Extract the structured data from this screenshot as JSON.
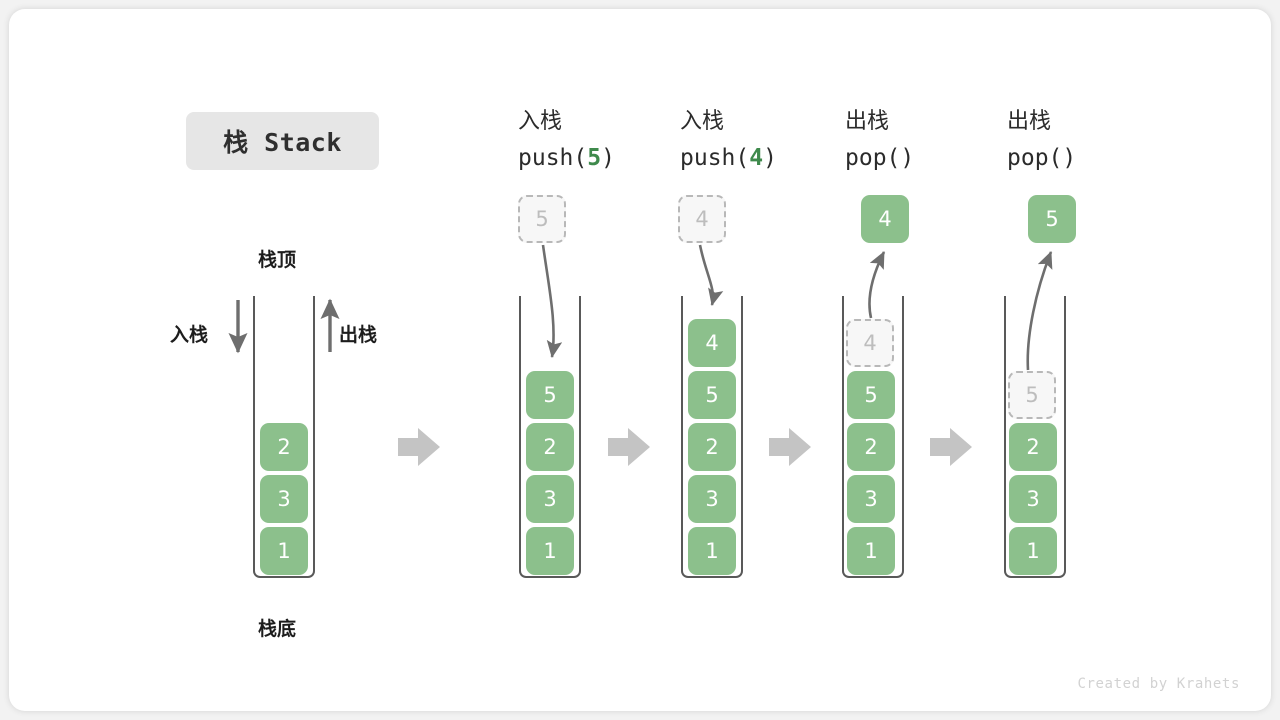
{
  "meta": {
    "title": "栈 Stack",
    "footer": "Created by Krahets"
  },
  "colors": {
    "node_fill": "#8cc08c",
    "node_text": "#ffffff",
    "ghost_fill": "#f7f7f7",
    "ghost_border": "#b8b8b8",
    "ghost_text": "#bdbdbd",
    "accent_green": "#3f8a4c",
    "frame_stroke": "#595959",
    "arrow_gray": "#6e6e6e",
    "step_arrow": "#c4c4c4",
    "pill_bg": "#e6e6e6",
    "card_bg": "#ffffff",
    "page_bg": "#f2f2f2"
  },
  "legend": {
    "top_label": "栈顶",
    "bottom_label": "栈底",
    "push_label": "入栈",
    "pop_label": "出栈",
    "push_arrow": "arrow-down-icon",
    "pop_arrow": "arrow-up-icon"
  },
  "columns": [
    {
      "id": "initial",
      "head_cn": "",
      "head_code": "",
      "head_code_arg": "",
      "stack": [
        "2",
        "3",
        "1"
      ],
      "ghost": null,
      "floating": null
    },
    {
      "id": "push-5",
      "head_cn": "入栈",
      "head_code_pre": "push(",
      "head_code_arg": "5",
      "head_code_post": ")",
      "stack": [
        "5",
        "2",
        "3",
        "1"
      ],
      "ghost": null,
      "floating": {
        "value": "5",
        "style": "ghost"
      },
      "motion": "in"
    },
    {
      "id": "push-4",
      "head_cn": "入栈",
      "head_code_pre": "push(",
      "head_code_arg": "4",
      "head_code_post": ")",
      "stack": [
        "4",
        "5",
        "2",
        "3",
        "1"
      ],
      "ghost": null,
      "floating": {
        "value": "4",
        "style": "ghost"
      },
      "motion": "in"
    },
    {
      "id": "pop-4",
      "head_cn": "出栈",
      "head_code_pre": "pop(",
      "head_code_arg": "",
      "head_code_post": ")",
      "stack": [
        "5",
        "2",
        "3",
        "1"
      ],
      "ghost": {
        "value": "4",
        "slot": 0
      },
      "floating": {
        "value": "4",
        "style": "solid"
      },
      "motion": "out"
    },
    {
      "id": "pop-5",
      "head_cn": "出栈",
      "head_code_pre": "pop(",
      "head_code_arg": "",
      "head_code_post": ")",
      "stack": [
        "2",
        "3",
        "1"
      ],
      "ghost": {
        "value": "5",
        "slot": 1
      },
      "floating": {
        "value": "5",
        "style": "solid"
      },
      "motion": "out"
    }
  ],
  "step_arrows": 4
}
